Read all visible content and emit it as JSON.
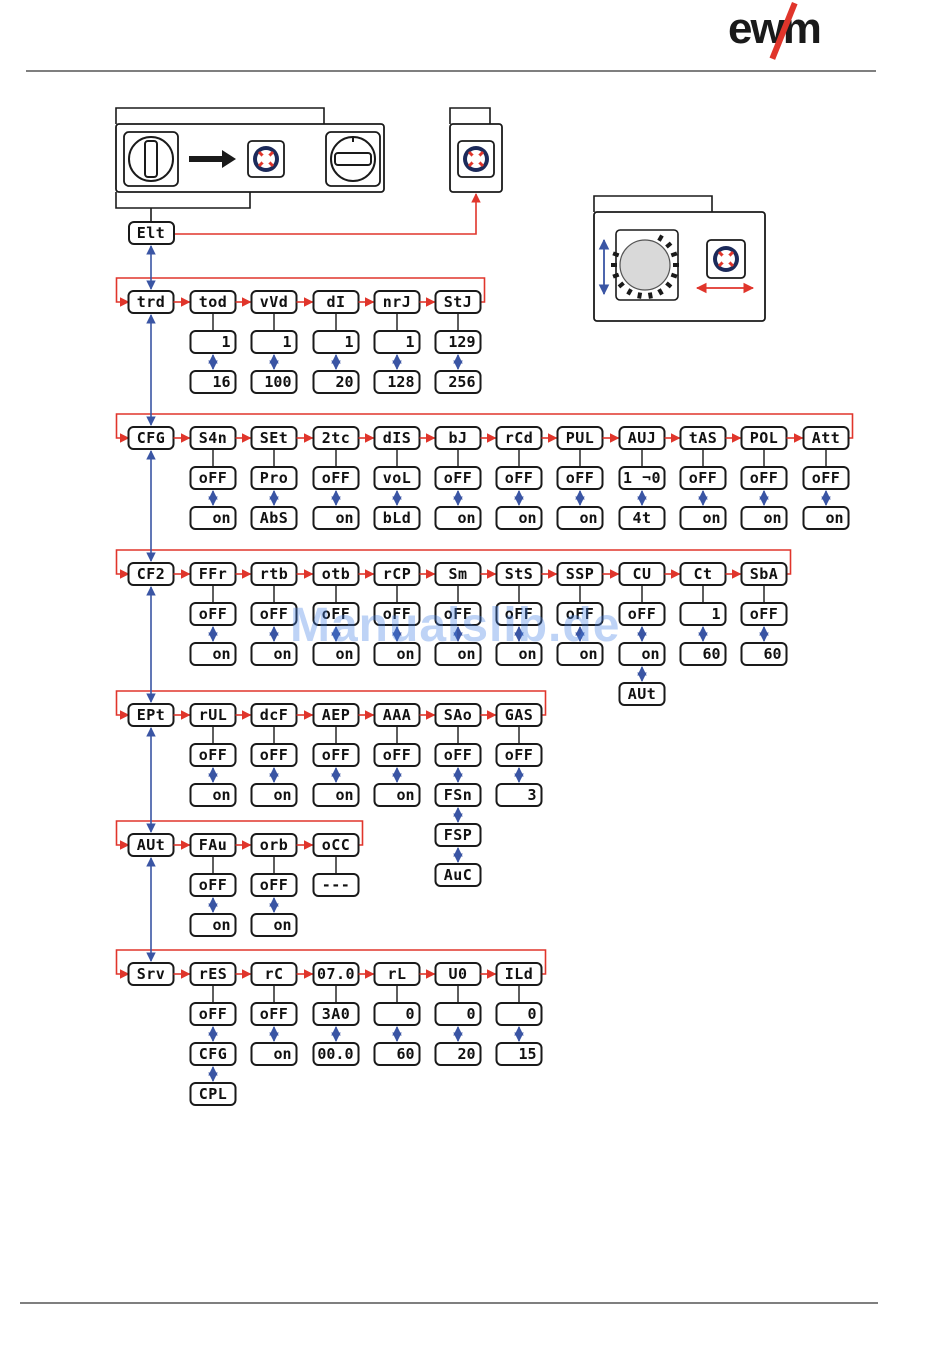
{
  "brand": {
    "logo_text": "ewm"
  },
  "watermark": "Manualslib.de",
  "root_node": "Elt",
  "rows": [
    {
      "node": "trd",
      "items": [
        {
          "label": "tod",
          "values": [
            "1",
            "16"
          ]
        },
        {
          "label": "vVd",
          "values": [
            "1",
            "100"
          ]
        },
        {
          "label": "dI",
          "values": [
            "1",
            "20"
          ]
        },
        {
          "label": "nrJ",
          "values": [
            "1",
            "128"
          ]
        },
        {
          "label": "StJ",
          "values": [
            "129",
            "256"
          ]
        }
      ]
    },
    {
      "node": "CFG",
      "items": [
        {
          "label": "S4n",
          "values": [
            "oFF",
            "on"
          ]
        },
        {
          "label": "SEt",
          "values": [
            "Pro",
            "AbS"
          ]
        },
        {
          "label": "2tc",
          "values": [
            "oFF",
            "on"
          ]
        },
        {
          "label": "dIS",
          "values": [
            "voL",
            "bLd"
          ]
        },
        {
          "label": "bJ",
          "values": [
            "oFF",
            "on"
          ]
        },
        {
          "label": "rCd",
          "values": [
            "oFF",
            "on"
          ]
        },
        {
          "label": "PUL",
          "values": [
            "oFF",
            "on"
          ]
        },
        {
          "label": "AUJ",
          "values": [
            "1 ¬0",
            "4t"
          ]
        },
        {
          "label": "tAS",
          "values": [
            "oFF",
            "on"
          ]
        },
        {
          "label": "POL",
          "values": [
            "oFF",
            "on"
          ]
        },
        {
          "label": "Att",
          "values": [
            "oFF",
            "on"
          ]
        }
      ]
    },
    {
      "node": "CF2",
      "items": [
        {
          "label": "FFr",
          "values": [
            "oFF",
            "on"
          ]
        },
        {
          "label": "rtb",
          "values": [
            "oFF",
            "on"
          ]
        },
        {
          "label": "otb",
          "values": [
            "oFF",
            "on"
          ]
        },
        {
          "label": "rCP",
          "values": [
            "oFF",
            "on"
          ]
        },
        {
          "label": "Sm",
          "values": [
            "oFF",
            "on"
          ]
        },
        {
          "label": "StS",
          "values": [
            "oFF",
            "on"
          ]
        },
        {
          "label": "SSP",
          "values": [
            "oFF",
            "on"
          ]
        },
        {
          "label": "CU",
          "values": [
            "oFF",
            "on",
            "AUt"
          ]
        },
        {
          "label": "Ct",
          "values": [
            "1",
            "60"
          ]
        },
        {
          "label": "SbA",
          "values": [
            "oFF",
            "60"
          ]
        }
      ]
    },
    {
      "node": "EPt",
      "items": [
        {
          "label": "rUL",
          "values": [
            "oFF",
            "on"
          ]
        },
        {
          "label": "dcF",
          "values": [
            "oFF",
            "on"
          ]
        },
        {
          "label": "AEP",
          "values": [
            "oFF",
            "on"
          ]
        },
        {
          "label": "AAA",
          "values": [
            "oFF",
            "on"
          ]
        },
        {
          "label": "SAo",
          "values": [
            "oFF",
            "FSn",
            "FSP",
            "AuC"
          ]
        },
        {
          "label": "GAS",
          "values": [
            "oFF",
            "3"
          ]
        }
      ]
    },
    {
      "node": "AUt",
      "items": [
        {
          "label": "FAu",
          "values": [
            "oFF",
            "on"
          ]
        },
        {
          "label": "orb",
          "values": [
            "oFF",
            "on"
          ]
        },
        {
          "label": "oCC",
          "values": [
            "---"
          ]
        }
      ]
    },
    {
      "node": "Srv",
      "items": [
        {
          "label": "rES",
          "values": [
            "oFF",
            "CFG",
            "CPL"
          ]
        },
        {
          "label": "rC",
          "values": [
            "oFF",
            "on"
          ]
        },
        {
          "label": "07.0",
          "values": [
            "3A0",
            "00.0"
          ]
        },
        {
          "label": "rL",
          "values": [
            "0",
            "60"
          ]
        },
        {
          "label": "U0",
          "values": [
            "0",
            "20"
          ]
        },
        {
          "label": "ILd",
          "values": [
            "0",
            "15"
          ]
        }
      ]
    }
  ],
  "colors": {
    "flow_arrow": "#e0352b",
    "value_arrow": "#3a55a4",
    "box_stroke": "#1a1a1a",
    "knob": "#d9d9d9"
  },
  "icons": [
    "power-switch-icon",
    "arrow-right-icon",
    "push-button-icon",
    "selector-switch-icon",
    "rotary-knob-icon"
  ]
}
